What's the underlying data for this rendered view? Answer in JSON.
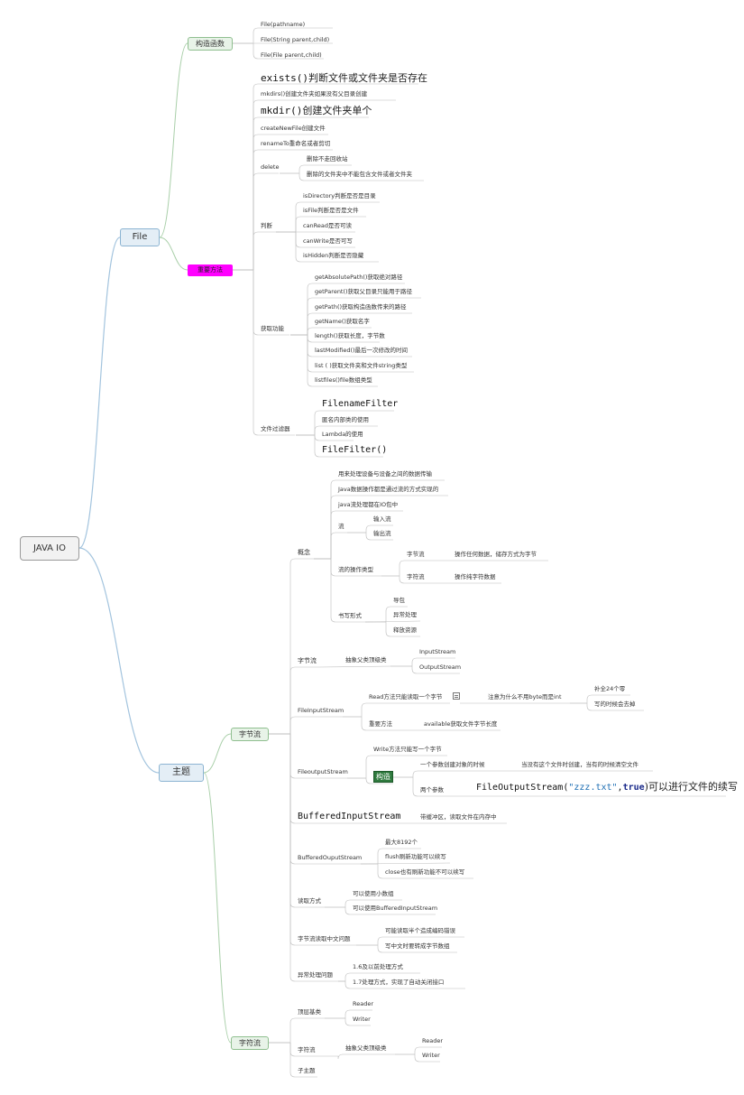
{
  "mindmap": {
    "root": "JAVA IO",
    "file": {
      "label": "File",
      "constructors": {
        "label": "构造函数",
        "items": [
          "File(pathname)",
          "File(String parent,child)",
          "File(File parent,child)"
        ]
      },
      "important_methods": {
        "label": "重要方法",
        "exists": {
          "code": "exists()",
          "text": "判断文件或文件夹是否存在"
        },
        "mkdirs": "mkdirs()创建文件夹如果没有父目录创建",
        "mkdir": {
          "code": "mkdir()",
          "text": "创建文件夹单个"
        },
        "createNewFile": "createNewFile创建文件",
        "renameTo": "renameTo重命名或者剪切",
        "delete": {
          "label": "delete",
          "items": [
            "删除不走回收站",
            "删除的文件夹中不能包含文件或者文件夹"
          ]
        },
        "judge": {
          "label": "判断",
          "items": [
            "isDirectory判断是否是目录",
            "isFile判断是否是文件",
            "canRead是否可读",
            "canWrite是否可写",
            "isHidden判断是否隐藏"
          ]
        },
        "getters": {
          "label": "获取功能",
          "items": [
            "getAbsolutePath()获取绝对路径",
            "getParent()获取父目录只能用于路径",
            "getPath()获取构造函数传来的路径",
            "getName()获取名字",
            "length()获取长度，字节数",
            "lastModified()最后一次修改的时间",
            "list ( )获取文件夹和文件string类型",
            "listfiles()file数组类型"
          ]
        },
        "filter": {
          "label": "文件过滤器",
          "filenameFilter": "FilenameFilter",
          "anon": "匿名内部类的使用",
          "lambda": "Lambda的使用",
          "fileFilter": "FileFilter()"
        }
      }
    },
    "topic": {
      "label": "主题",
      "byte_stream": {
        "label": "字节流",
        "concept": {
          "label": "概念",
          "c1": "用来处理设备与设备之间的数据传输",
          "c2": "Java数据操作都是通过流的方式实现的",
          "c3": "java流处理都在IO包中",
          "flow": {
            "label": "流",
            "items": [
              "输入流",
              "输出流"
            ]
          },
          "types": {
            "label": "流的操作类型",
            "byte": {
              "label": "字节流",
              "desc": "操作任何数据，储存方式为字节"
            },
            "char": {
              "label": "字符流",
              "desc": "操作纯字符数据"
            }
          },
          "writing": {
            "label": "书写形式",
            "items": [
              "导包",
              "异常处理",
              "释放资源"
            ]
          }
        },
        "bytestream": {
          "label": "字节流",
          "abstract": "抽象父类顶级类",
          "items": [
            "InputStream",
            "OutputStream"
          ]
        },
        "fis": {
          "label": "FileInputStream",
          "read": "Read方法只能读取一个字节",
          "why": "注意为什么不用byte而是int",
          "why_items": [
            "补全24个零",
            "写的时候会去掉"
          ],
          "important": "重要方法",
          "available": "available获取文件字节长度"
        },
        "fos": {
          "label": "FileoutputStream",
          "write": "Write方法只能写一个字节",
          "ctor": "构造",
          "one": "一个参数创建对象的时候",
          "one_desc": "当没有这个文件时创建，当有的时候清空文件",
          "two": "两个参数",
          "two_code": "FileOutputStream(",
          "two_str": "\"zzz.txt\"",
          "two_comma": ",",
          "two_true": "true",
          "two_tail": ")可以进行文件的续写"
        },
        "bis": {
          "label": "BufferedInputStream",
          "desc": "带缓冲区，读取文件在内存中"
        },
        "bos": {
          "label": "BufferedOuputStream",
          "items": [
            "最大8192个",
            "flush刷新功能可以续写",
            "close也有刷新功能不可以续写"
          ]
        },
        "readway": {
          "label": "读取方式",
          "items": [
            "可以使用小数组",
            "可以使用BufferedInputStream"
          ]
        },
        "chinese": {
          "label": "字节流读取中文问题",
          "items": [
            "可能读取半个造成编码错误",
            "写中文时要转成字节数组"
          ]
        },
        "exception": {
          "label": "异常处理问题",
          "items": [
            "1.6及以前处理方式",
            "1.7处理方式，实现了自动关闭接口"
          ]
        }
      },
      "char_stream": {
        "label": "字符流",
        "top": {
          "label": "顶层基类",
          "items": [
            "Reader",
            "Writer"
          ]
        },
        "charflow": {
          "label": "字符流",
          "abstract": "抽象父类顶级类",
          "items": [
            "Reader",
            "Writer"
          ]
        },
        "subtopic": "子主题"
      }
    }
  }
}
